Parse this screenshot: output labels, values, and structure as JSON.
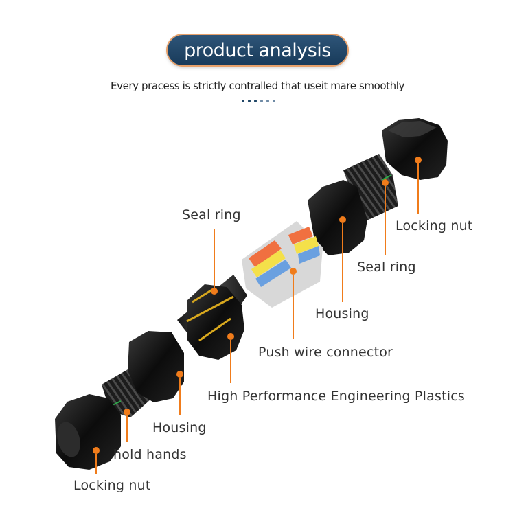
{
  "header": {
    "title": "product analysis",
    "subtitle": "Every pracess is strictly contralled that useit mare smoothly"
  },
  "labels": {
    "locking_nut_top": "Locking nut",
    "seal_ring_right": "Seal ring",
    "housing_right": "Housing",
    "seal_ring_left": "Seal ring",
    "push_wire_connector": "Push wire connector",
    "high_performance_plastics": "High Performance Engineering Plastics",
    "housing_left": "Housing",
    "hold_hands": "hold hands",
    "locking_nut_bottom": "Locking nut"
  },
  "colors": {
    "accent_orange": "#f07c1b",
    "header_navy": "#1f4566",
    "part_black": "#111111",
    "seal_yellow": "#d8a81e"
  }
}
